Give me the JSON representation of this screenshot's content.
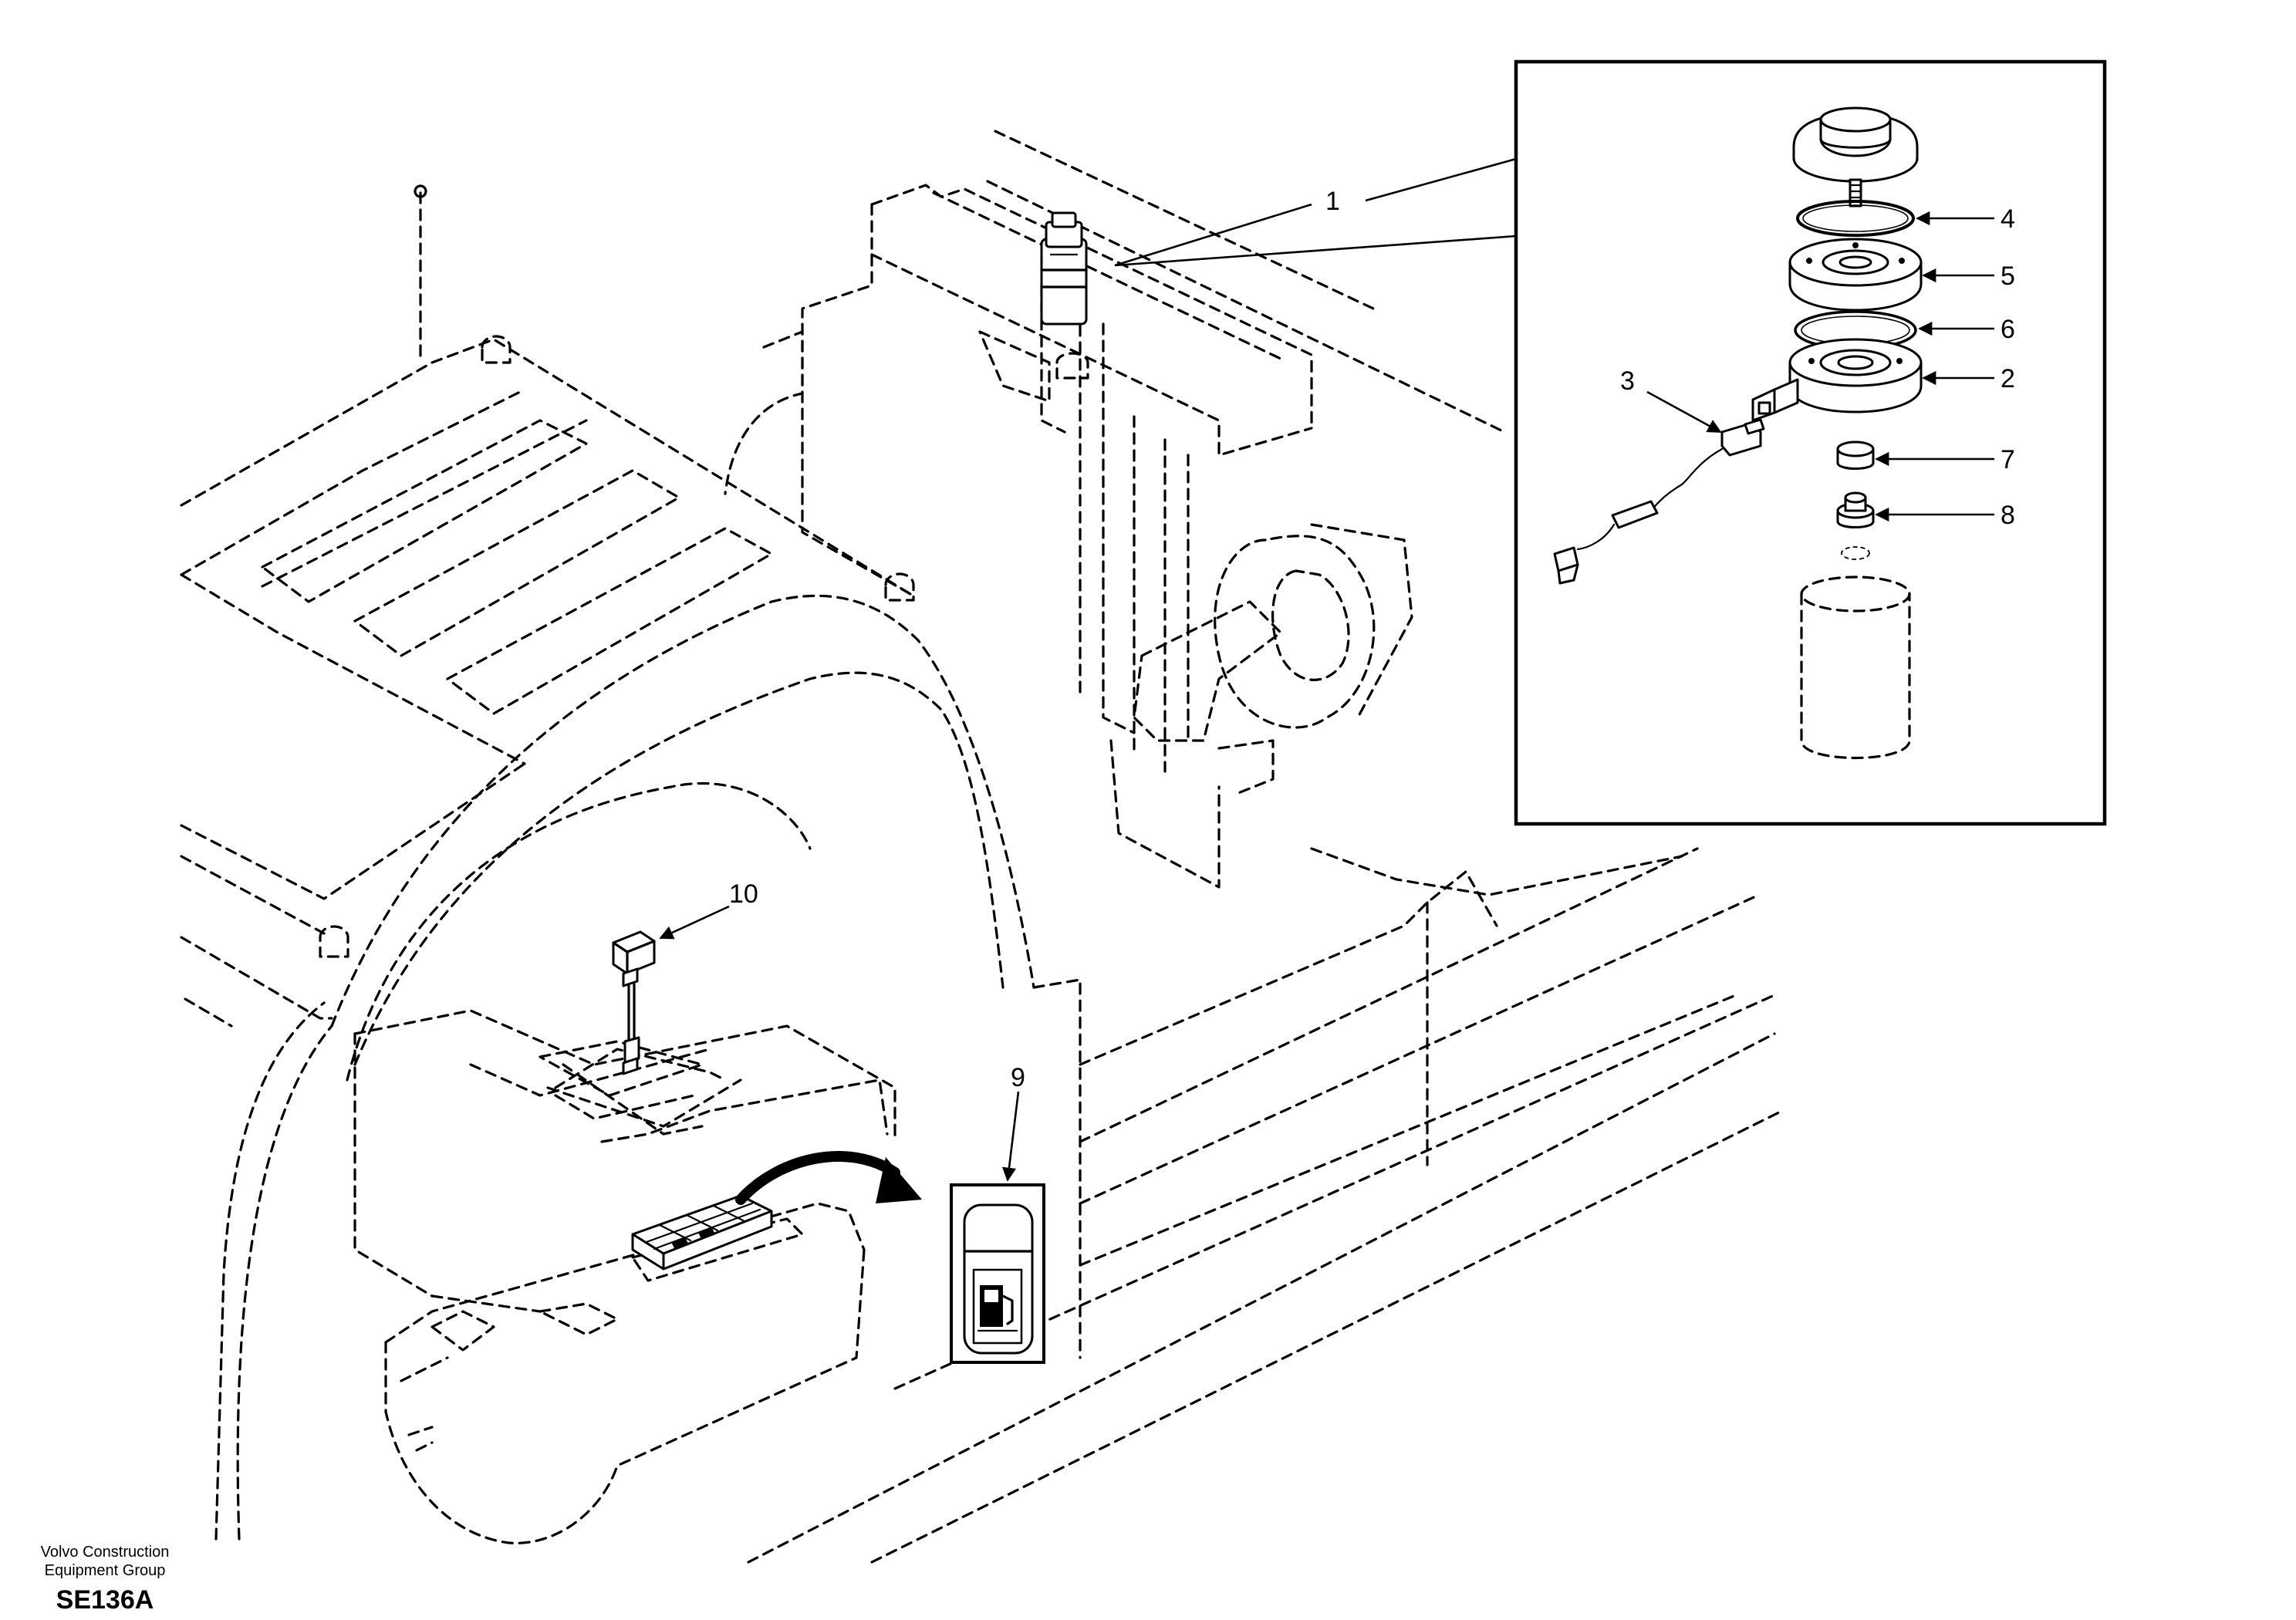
{
  "callouts": {
    "c1": "1",
    "c2": "2",
    "c3": "3",
    "c4": "4",
    "c5": "5",
    "c6": "6",
    "c7": "7",
    "c8": "8",
    "c9": "9",
    "c10": "10"
  },
  "footer": {
    "company_line1": "Volvo Construction",
    "company_line2": "Equipment Group",
    "drawing_code": "SE136A"
  }
}
